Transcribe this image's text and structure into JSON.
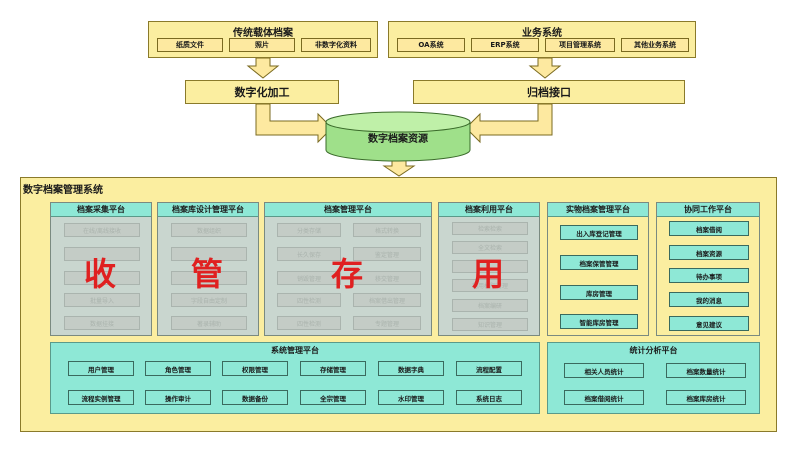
{
  "traditional": {
    "title": "传统载体档案",
    "items": [
      "纸质文件",
      "照片",
      "非数字化资料"
    ]
  },
  "business": {
    "title": "业务系统",
    "items": [
      "OA系统",
      "ERP系统",
      "项目管理系统",
      "其他业务系统"
    ]
  },
  "digitize": "数字化加工",
  "archive_interface": "归档接口",
  "resource_db": "数字档案资源",
  "system_title": "数字档案管理系统",
  "platforms": {
    "collect": {
      "title": "档案采集平台",
      "items": [
        "在线/离线接收",
        "",
        "",
        "批量导入",
        "数据挂接"
      ],
      "big": "收"
    },
    "design": {
      "title": "档案库设计管理平台",
      "items": [
        "数据组织",
        "",
        "",
        "字段自由定制",
        "著录辅助"
      ],
      "big": "管"
    },
    "manage": {
      "title": "档案管理平台",
      "left": [
        "分类存储",
        "长久保存",
        "销毁管理",
        "四性检测",
        "四性检测"
      ],
      "right": [
        "格式转换",
        "鉴定管理",
        "移交管理",
        "档案借出管理",
        "专题管理"
      ],
      "big": "存"
    },
    "use": {
      "title": "档案利用平台",
      "items": [
        "检索检索",
        "全文检索",
        "",
        "利用权限管理",
        "档案编研",
        "知识管理"
      ],
      "big": "用"
    },
    "physical": {
      "title": "实物档案管理平台",
      "items": [
        "出入库登记管理",
        "档案保管管理",
        "库房管理",
        "智能库房管理"
      ]
    },
    "collab": {
      "title": "协同工作平台",
      "items": [
        "档案借阅",
        "档案资源",
        "待办事项",
        "我的消息",
        "意见建议"
      ]
    },
    "system": {
      "title": "系统管理平台",
      "row1": [
        "用户管理",
        "角色管理",
        "权限管理",
        "存储管理",
        "数据字典",
        "流程配置"
      ],
      "row2": [
        "流程实例管理",
        "操作审计",
        "数据备份",
        "全宗管理",
        "水印管理",
        "系统日志"
      ]
    },
    "stats": {
      "title": "统计分析平台",
      "row1": [
        "相关人员统计",
        "档案数量统计"
      ],
      "row2": [
        "档案借阅统计",
        "档案库房统计"
      ]
    }
  },
  "colors": {
    "yellow": "#fbeea0",
    "teal": "#8ee8d6",
    "green": "#9fe08a",
    "gray": "#c9d6cf",
    "red": "#e02020"
  }
}
